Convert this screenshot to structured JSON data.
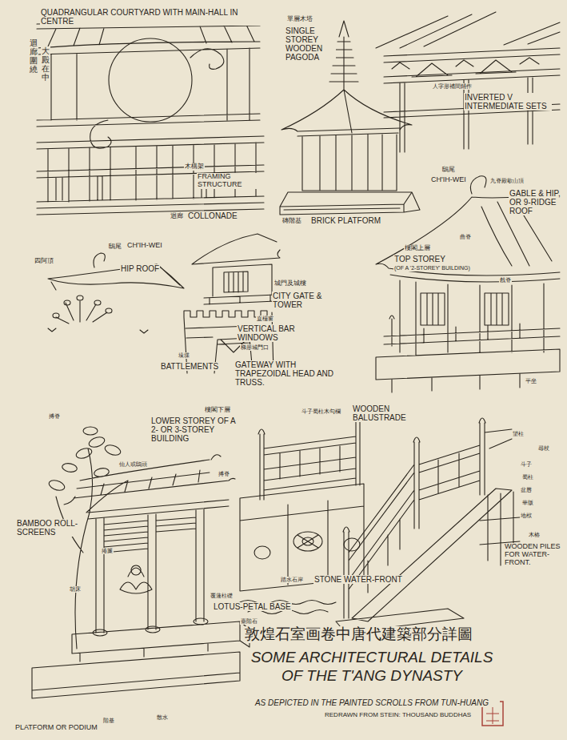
{
  "diagram": {
    "title": "SOME ARCHITECTURAL DETAILS OF THE T'ANG DYNASTY",
    "caption": "AS DEPICTED IN THE PAINTED SCROLLS FROM TUN-HUANG",
    "labels": [
      "QUADRANGULAR COURTYARD WITH MAIN-HALL IN CENTRE",
      "迴廊圍繞",
      "大殿在中",
      "單層木塔",
      "SINGLE STOREY WOODEN PAGODA",
      "人字形補間鋪作",
      "INVERTED V INTERMEDIATE SETS",
      "木構架",
      "FRAMING STRUCTURE",
      "鴟尾",
      "CH'IH-WEI",
      "九脊殿歇山頂",
      "GABLE & HIP, OR 9-RIDGE ROOF",
      "迴廊",
      "COLLONADE",
      "磚階基",
      "BRICK PLATFORM",
      "曲脊",
      "鴟尾",
      "CH'IH-WEI",
      "樓閣上層",
      "TOP STOREY",
      "(OF A '2-STOREY' BUILDING)",
      "四阿頂",
      "HIP ROOF",
      "戧脊",
      "城門及城樓",
      "CITY GATE & TOWER",
      "直欞窗",
      "VERTICAL BAR WINDOWS",
      "梯形城門口",
      "垛堞",
      "BATTLEMENTS",
      "GATEWAY WITH TRAPEZOIDAL HEAD AND TRUSS.",
      "平坐",
      "搏脊",
      "樓閣下層",
      "LOWER STOREY OF A 2- OR 3-STOREY BUILDING",
      "斗子蜀柱木勾欄",
      "WOODEN BALUSTRADE",
      "望柱",
      "尋杖",
      "仙人或鴟頭",
      "搏脊",
      "斗子",
      "蜀柱",
      "盆唇",
      "華版",
      "地栿",
      "BAMBOO ROLL-SCREENS",
      "木樁",
      "WOODEN PILES FOR WATER-FRONT.",
      "捲簾",
      "踏水石岸",
      "STONE WATER-FRONT",
      "胡床",
      "覆蓮柱礎",
      "LOTUS-PETAL BASE",
      "臺階石",
      "敦煌石室画卷中唐代建築部分詳圖",
      "REDRAWN FROM STEIN: THOUSAND BUDDHAS",
      "階基",
      "散水",
      "PLATFORM OR PODIUM"
    ]
  }
}
